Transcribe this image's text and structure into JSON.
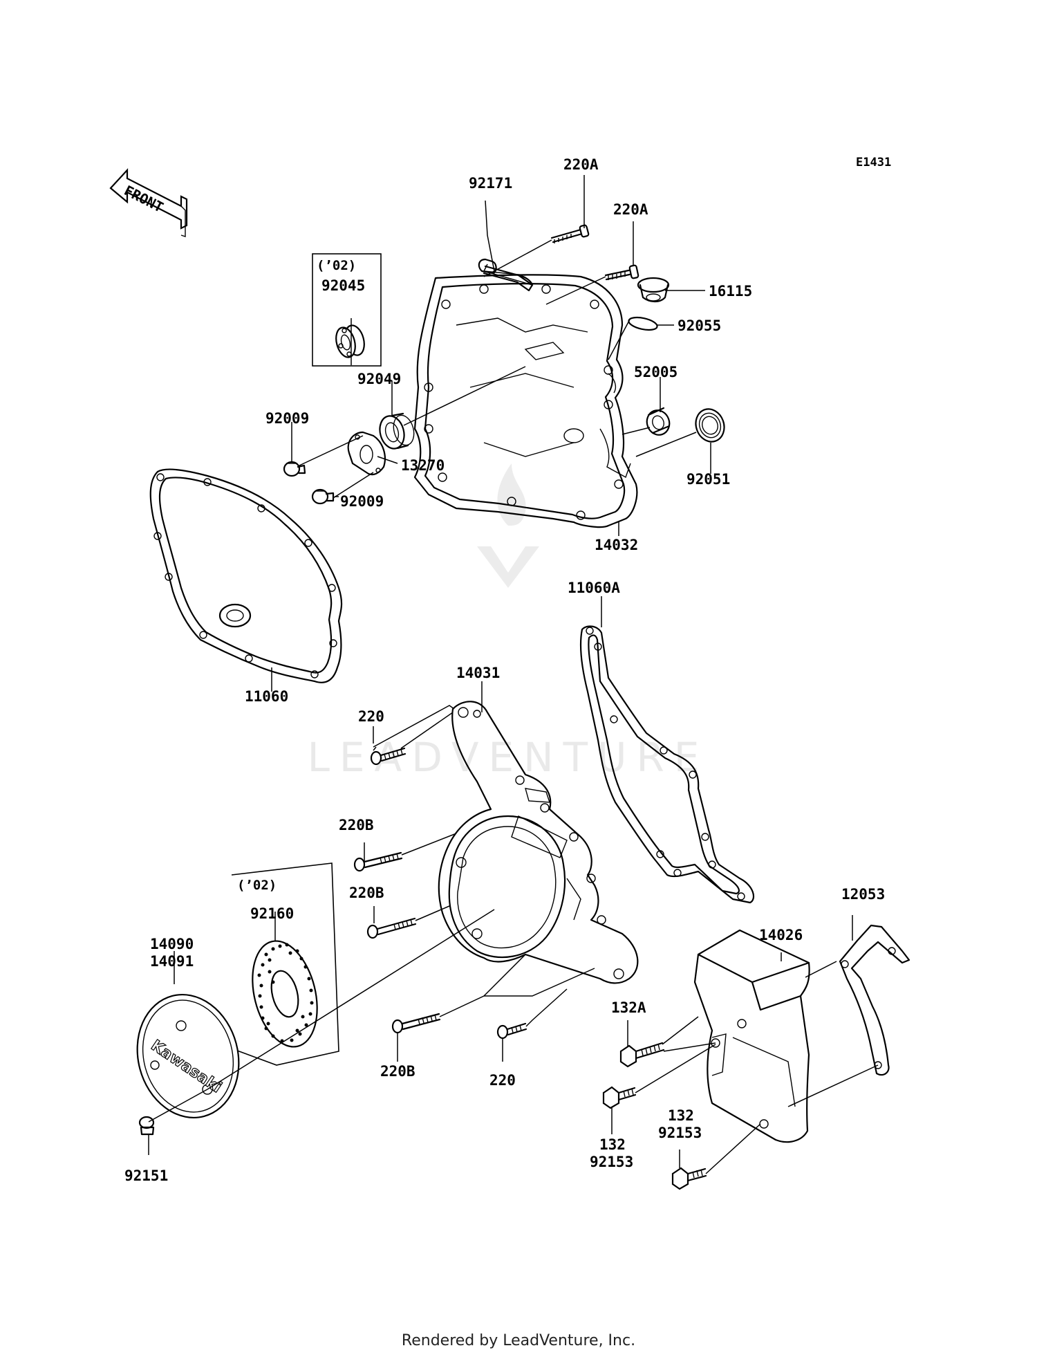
{
  "diagram_code": "E1431",
  "front_arrow_label": "FRONT",
  "watermark": "LEADVENTURE",
  "footer": "Rendered by LeadVenture, Inc.",
  "callouts": {
    "p92171": "92171",
    "p220A_1": "220A",
    "p220A_2": "220A",
    "p16115": "16115",
    "p92055": "92055",
    "p52005": "52005",
    "p92051": "92051",
    "p14032": "14032",
    "p92049": "92049",
    "p92009_1": "92009",
    "p92009_2": "92009",
    "p13270": "13270",
    "box02_top": "(’02)",
    "p92045": "92045",
    "p11060": "11060",
    "p11060A": "11060A",
    "p14031": "14031",
    "p220_1": "220",
    "p220B_1": "220B",
    "p220B_2": "220B",
    "p220B_3": "220B",
    "p220_2": "220",
    "box02_bottom": "(’02)",
    "p92160": "92160",
    "p14090": "14090",
    "p14091": "14091",
    "p92151": "92151",
    "p12053": "12053",
    "p14026": "14026",
    "p132A": "132A",
    "p132_1": "132",
    "p92153_1": "92153",
    "p132_2": "132",
    "p92153_2": "92153"
  },
  "cover_logo_text": "Kawasaki"
}
